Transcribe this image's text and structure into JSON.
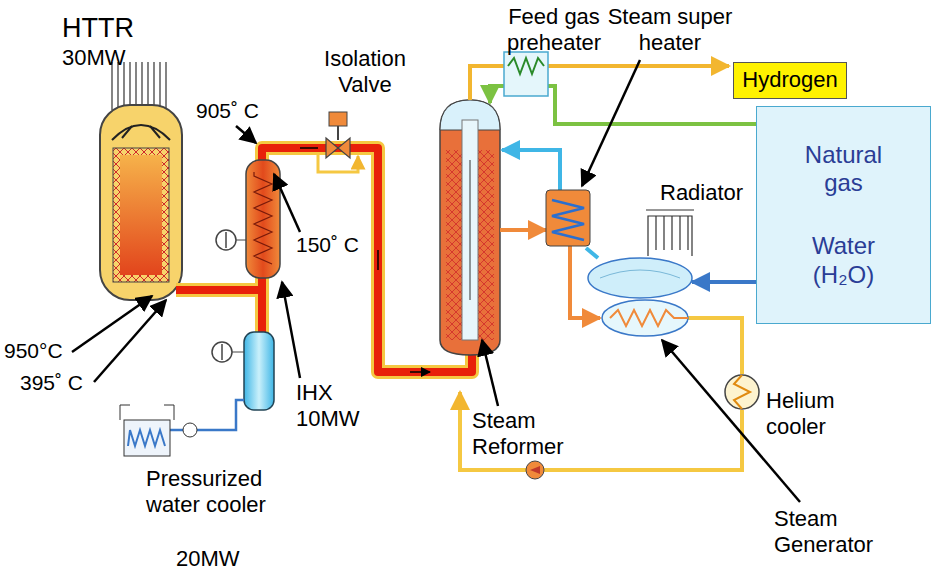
{
  "diagram": {
    "nodes": [
      {
        "text": [
          "Hydrogen"
        ]
      },
      {
        "text": [
          "Natural gas",
          "Water (H₂O)"
        ]
      }
    ],
    "labels": [
      "HTTR",
      "30MW",
      "Isolation Valve",
      "905˚ C",
      "150˚ C",
      "950°C",
      "395˚ C",
      "IHX",
      "10MW",
      "Pressurized water cooler",
      "20MW",
      "Feed gas preheater",
      "Steam super heater",
      "Radiator",
      "Steam Reformer",
      "Helium cooler",
      "Steam Generator"
    ]
  }
}
